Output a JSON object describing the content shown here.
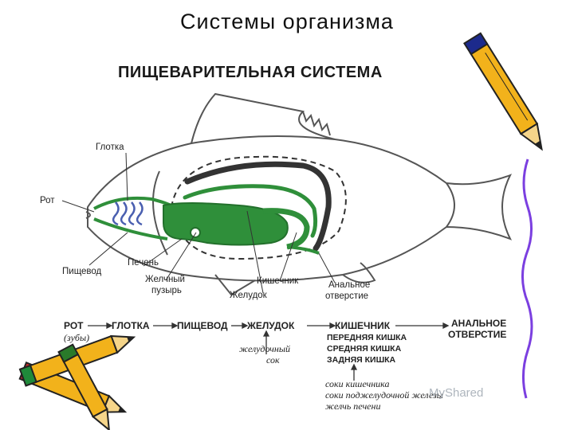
{
  "slide": {
    "title": "Системы организма",
    "subtitle": "ПИЩЕВАРИТЕЛЬНАЯ СИСТЕМА"
  },
  "labels": {
    "glotka": "Глотка",
    "rot": "Рот",
    "pishchevod": "Пищевод",
    "pechen": "Печень",
    "zhelchny_1": "Желчный",
    "zhelchny_2": "пузырь",
    "kishechnik": "Кишечник",
    "zheludok": "Желудок",
    "analnoe_1": "Анальное",
    "analnoe_2": "отверстие"
  },
  "flow": {
    "steps": [
      "РОТ",
      "ГЛОТКА",
      "ПИЩЕВОД",
      "ЖЕЛУДОК",
      "КИШЕЧНИК",
      "АНАЛЬНОЕ",
      "ОТВЕРСТИЕ"
    ],
    "rot_note": "(зубы)",
    "gut_parts": [
      "ПЕРЕДНЯЯ КИШКА",
      "СРЕДНЯЯ КИШКА",
      "ЗАДНЯЯ КИШКА"
    ],
    "stomach_juice": [
      "желудочный",
      "сок"
    ],
    "gut_juices": [
      "соки кишечника",
      "соки поджелудочной железы",
      "желчь печени"
    ]
  },
  "watermark": "MyShared",
  "colors": {
    "organ_green": "#2f8f3a",
    "gill_blue": "#4a5fb0",
    "outline": "#555555",
    "dark_band": "#333333",
    "pencil_yellow": "#f2b21b",
    "pencil_purple": "#7b3fe0"
  }
}
